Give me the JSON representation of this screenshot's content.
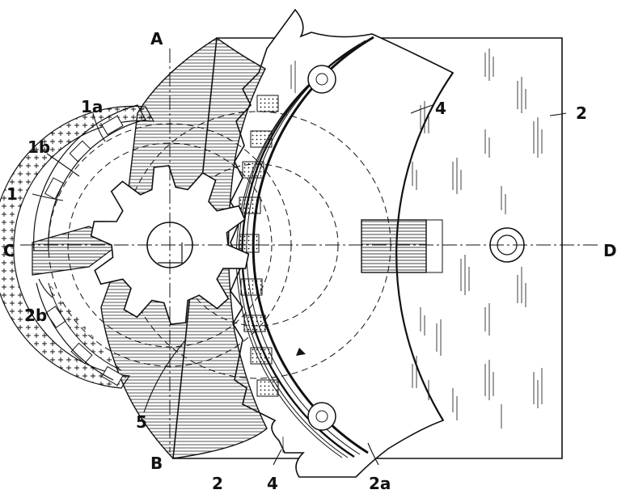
{
  "figure": {
    "axis_labels": {
      "A": "A",
      "B": "B",
      "C": "C",
      "D": "D"
    },
    "reference_numerals": {
      "n1": "1",
      "n1a": "1a",
      "n1b": "1b",
      "n2_right": "2",
      "n2_bottom": "2",
      "n2a": "2a",
      "n2b": "2b",
      "n4_top": "4",
      "n4_bottom": "4",
      "n5": "5"
    },
    "colors": {
      "ink": "#111111",
      "paper": "#ffffff"
    }
  }
}
